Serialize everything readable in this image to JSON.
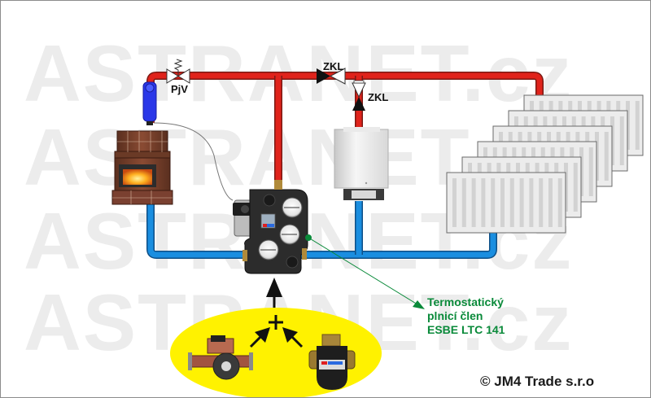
{
  "watermark": {
    "lines": [
      "ASTRANET.cz",
      "ASTRANET.cz",
      "ASTRANET.cz",
      "ASTRANET.cz"
    ],
    "color": "#ececec"
  },
  "labels": {
    "safety_valve": "PjV",
    "check_valve_top": "ZKL",
    "check_valve_boiler": "ZKL"
  },
  "annotation": {
    "lines": [
      "Termostatický",
      "plnicí člen",
      "ESBE LTC 141"
    ],
    "color": "#0a8a3a"
  },
  "copyright": "© JM4 Trade s.r.o",
  "components": {
    "heat_source": "tiled-stove-icon",
    "gas_boiler": "boiler-icon",
    "radiators": "radiator-icon",
    "radiator_count": 6,
    "loading_unit": "loading-unit-icon",
    "pump": "circulation-pump-icon",
    "thermostatic_valve": "thermostatic-valve-icon",
    "expansion_sensor": "sensor-icon"
  },
  "colors": {
    "supply_pipe": "#e0231b",
    "return_pipe": "#1a8ee0",
    "highlight_ellipse": "#fff200",
    "annotation_line": "#0a8a3a"
  }
}
